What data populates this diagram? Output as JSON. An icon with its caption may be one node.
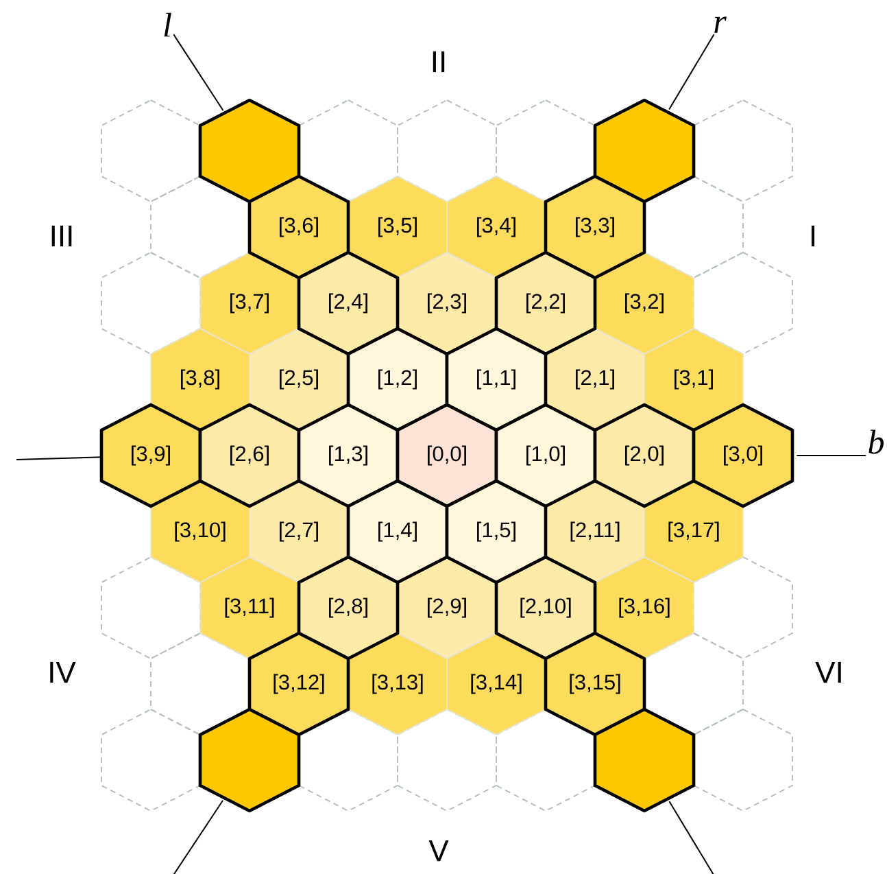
{
  "diagram": {
    "nodes": [
      {
        "text": [
          "l"
        ]
      },
      {
        "text": [
          "r"
        ]
      },
      {
        "text": [],
        "shape": "hexagon"
      },
      {
        "text": [],
        "shape": "hexagon"
      },
      {
        "text": [],
        "shape": "hexagon"
      },
      {
        "text": [],
        "shape": "hexagon"
      },
      {
        "text": [],
        "shape": "hexagon"
      },
      {
        "text": [],
        "shape": "hexagon"
      },
      {
        "text": [],
        "shape": "hexagon"
      },
      {
        "text": [],
        "shape": "hexagon"
      },
      {
        "text": [
          "[3,6]"
        ]
      },
      {
        "text": [
          "[3,5]"
        ]
      },
      {
        "text": [
          "[3,4]"
        ]
      },
      {
        "text": [
          "[3,3]"
        ]
      },
      {
        "text": [],
        "shape": "hexagon"
      },
      {
        "text": [],
        "shape": "hexagon"
      },
      {
        "text": [
          "[3,7]"
        ]
      },
      {
        "text": [
          "[2,4]"
        ]
      },
      {
        "text": [
          "[2,3]"
        ]
      },
      {
        "text": [
          "[2,2]"
        ]
      },
      {
        "text": [
          "[3,2]"
        ]
      },
      {
        "text": [],
        "shape": "hexagon"
      },
      {
        "text": [
          "[3,8]"
        ]
      },
      {
        "text": [
          "[2,5]"
        ]
      },
      {
        "text": [
          "[1,2]"
        ]
      },
      {
        "text": [
          "[1,1]"
        ]
      },
      {
        "text": [
          "[2,1]"
        ]
      },
      {
        "text": [
          "[3,1]"
        ]
      },
      {
        "text": [
          "[3,9]"
        ]
      },
      {
        "text": [
          "[2,6]"
        ]
      },
      {
        "text": [
          "[1,3]"
        ]
      },
      {
        "text": [
          "[0,0]"
        ]
      },
      {
        "text": [
          "[1,0]"
        ]
      },
      {
        "text": [
          "[2,0]"
        ]
      },
      {
        "text": [
          "[3,0]"
        ]
      },
      {
        "text": [
          "b"
        ]
      },
      {
        "text": [
          "[3,10]"
        ]
      },
      {
        "text": [
          "[2,7]"
        ]
      },
      {
        "text": [
          "[1,4]"
        ]
      },
      {
        "text": [
          "[1,5]"
        ]
      },
      {
        "text": [
          "[2,11]"
        ]
      },
      {
        "text": [
          "[3,17]"
        ]
      },
      {
        "text": [],
        "shape": "hexagon"
      },
      {
        "text": [
          "[3,11]"
        ]
      },
      {
        "text": [
          "[2,8]"
        ]
      },
      {
        "text": [
          "[2,9]"
        ]
      },
      {
        "text": [
          "[2,10]"
        ]
      },
      {
        "text": [
          "[3,16]"
        ]
      },
      {
        "text": [],
        "shape": "hexagon"
      },
      {
        "text": [],
        "shape": "hexagon"
      },
      {
        "text": [
          "[3,12]"
        ]
      },
      {
        "text": [
          "[3,13]"
        ]
      },
      {
        "text": [
          "[3,14]"
        ]
      },
      {
        "text": [
          "[3,15]"
        ]
      },
      {
        "text": [],
        "shape": "hexagon"
      },
      {
        "text": [],
        "shape": "hexagon"
      },
      {
        "text": [],
        "shape": "hexagon"
      },
      {
        "text": [],
        "shape": "hexagon"
      },
      {
        "text": [],
        "shape": "hexagon"
      },
      {
        "text": [],
        "shape": "hexagon"
      },
      {
        "text": [],
        "shape": "hexagon"
      },
      {
        "text": [],
        "shape": "hexagon"
      }
    ],
    "edges": [
      {
        "from": 0,
        "to": 3,
        "arrow": "none"
      },
      {
        "from": 1,
        "to": 7,
        "arrow": "none"
      },
      {
        "from": 35,
        "to": 34,
        "arrow": "none"
      },
      {
        "from": null,
        "to": 28,
        "arrow": "none"
      },
      {
        "from": null,
        "to": 56,
        "arrow": "none"
      },
      {
        "from": null,
        "to": 60,
        "arrow": "none"
      }
    ],
    "labels": [
      "II",
      "III",
      "I",
      "IV",
      "VI",
      "V"
    ]
  }
}
